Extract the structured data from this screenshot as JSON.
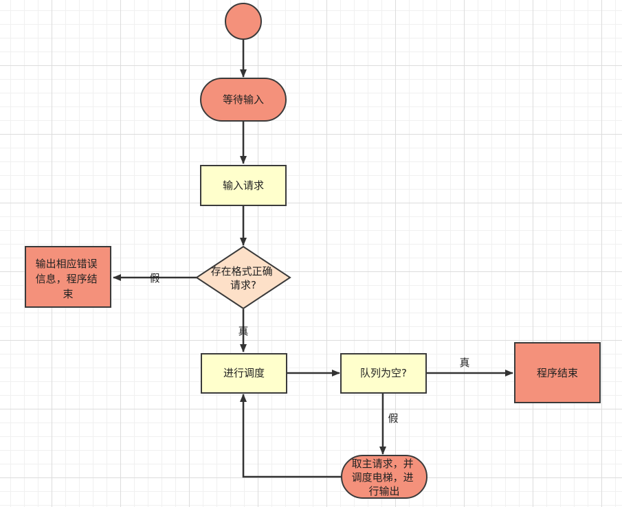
{
  "nodes": {
    "wait_input": {
      "label": "等待输入"
    },
    "input_request": {
      "label": "输入请求"
    },
    "format_check": {
      "lines": [
        "存在格式正确",
        "请求?"
      ]
    },
    "output_error": {
      "lines": [
        "输出相应错误",
        "信息，程序结",
        "束"
      ]
    },
    "schedule": {
      "label": "进行调度"
    },
    "queue_empty": {
      "label": "队列为空?"
    },
    "program_end": {
      "label": "程序结束"
    },
    "take_request": {
      "lines": [
        "取主请求，并",
        "调度电梯，进",
        "行输出"
      ]
    }
  },
  "edges": {
    "format_false": "假",
    "format_true": "真",
    "queue_true": "真",
    "queue_false": "假"
  },
  "colors": {
    "salmon": "#f4917b",
    "yellow": "#ffffcc",
    "diamond": "#fde0c8",
    "stroke": "#3a3a3a"
  }
}
